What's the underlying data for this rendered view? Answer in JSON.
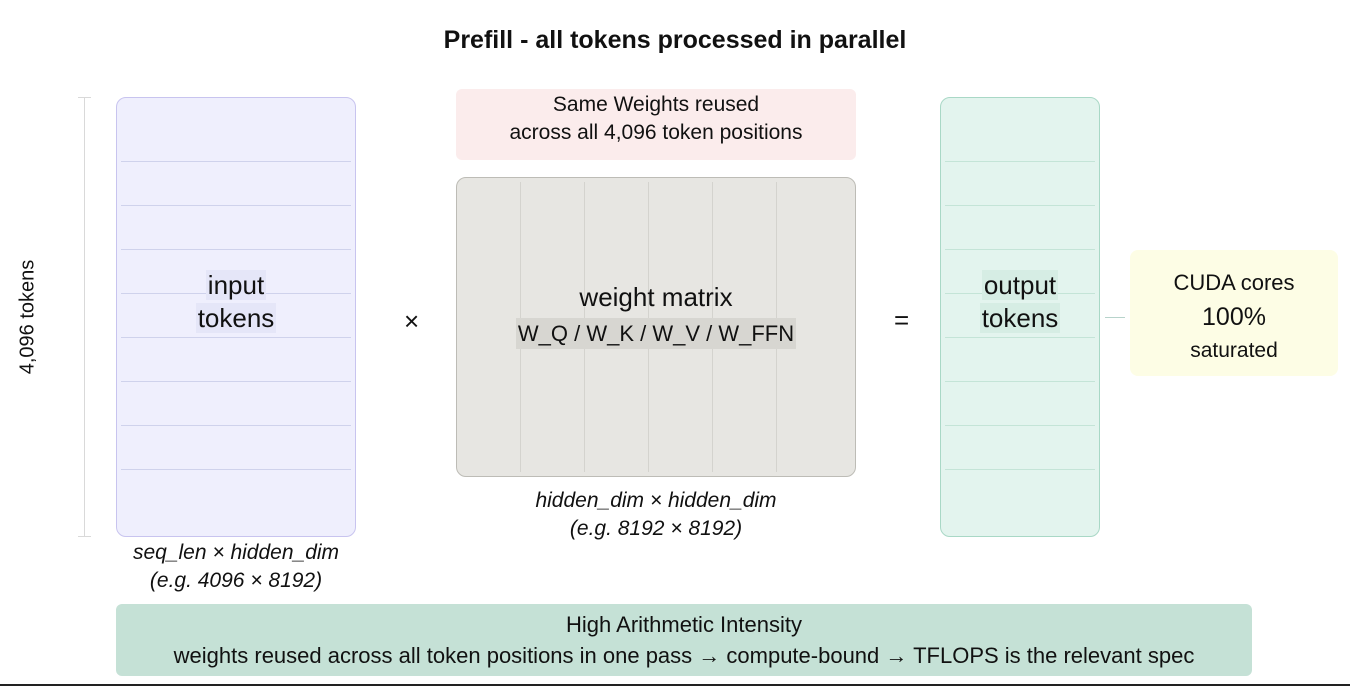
{
  "title": "Prefill - all tokens processed in parallel",
  "axis": {
    "label": "4,096 tokens"
  },
  "input": {
    "label_line1": "input",
    "label_line2": "tokens",
    "caption_line1": "seq_len × hidden_dim",
    "caption_line2": "(e.g. 4096 × 8192)"
  },
  "operators": {
    "multiply": "×",
    "equals": "="
  },
  "reuse_note": {
    "line1": "Same Weights reused",
    "line2": "across all 4,096 token positions"
  },
  "weights": {
    "title": "weight matrix",
    "subtitle": "W_Q / W_K / W_V / W_FFN",
    "caption_line1": "hidden_dim × hidden_dim",
    "caption_line2": "(e.g. 8192 × 8192)"
  },
  "output": {
    "label_line1": "output",
    "label_line2": "tokens"
  },
  "cuda": {
    "line1": "CUDA cores",
    "line2": "100%",
    "line3": "saturated"
  },
  "banner": {
    "line1": "High Arithmetic Intensity",
    "line2": "weights reused across all token positions in one pass → compute-bound → TFLOPS is the relevant spec"
  },
  "colors": {
    "input_fill": "#efeffd",
    "weight_fill": "#e7e6e2",
    "output_fill": "#e3f4ee",
    "reuse_fill": "#fbecec",
    "cuda_fill": "#fdfde5",
    "banner_fill": "#c5e1d6"
  }
}
